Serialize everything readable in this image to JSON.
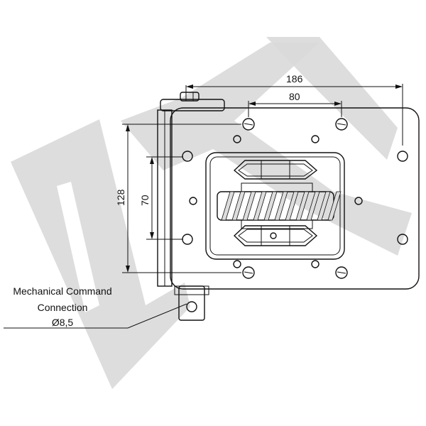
{
  "dimensions": {
    "overall_width": "186",
    "hole_spacing": "80",
    "overall_height": "128",
    "inner_height": "70"
  },
  "annotation": {
    "line1": "Mechanical Command",
    "line2": "Connection",
    "line3": "Ø8,5"
  },
  "colors": {
    "line": "#111111",
    "watermark": "#d9d9d9",
    "background": "#ffffff"
  }
}
